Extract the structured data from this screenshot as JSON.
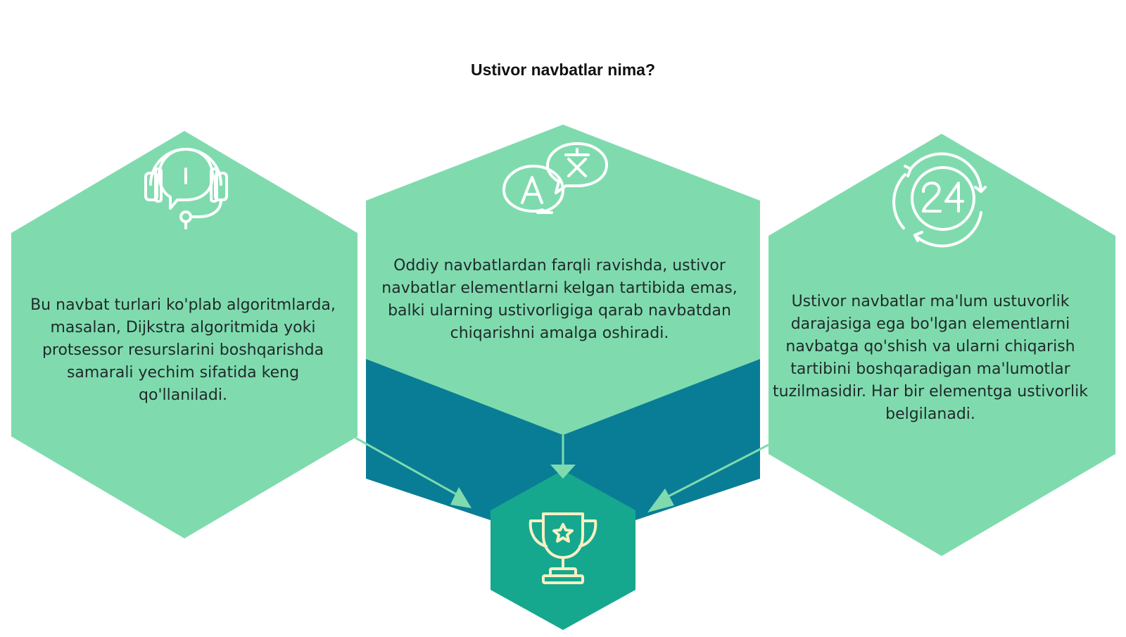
{
  "title": "Ustivor navbatlar nima?",
  "colors": {
    "hex_fill": "#7fdbae",
    "dark_teal": "#0a7d96",
    "bottom_hex": "#16a88e",
    "icon_stroke": "#ffffff",
    "trophy_stroke": "#f6f0c4",
    "arrow": "#7fdbae"
  },
  "hexagons": [
    {
      "id": "left",
      "icon": "headset-icon",
      "text": "Bu navbat turlari ko'plab algoritmlarda, masalan, Dijkstra algoritmida yoki protsessor resurslarini boshqarishda samarali yechim sifatida keng qo'llaniladi."
    },
    {
      "id": "center",
      "icon": "translate-icon",
      "text": "Oddiy navbatlardan farqli ravishda, ustivor navbatlar elementlarni kelgan tartibida emas, balki ularning ustivorligiga qarab navbatdan chiqarishni amalga oshiradi."
    },
    {
      "id": "right",
      "icon": "clock-24-icon",
      "text": "Ustivor navbatlar ma'lum ustuvorlik darajasiga ega bo'lgan elementlarni navbatga qo'shish va ularni chiqarish tartibini boshqaradigan ma'lumotlar tuzilmasidir. Har bir elementga ustivorlik belgilanadi."
    }
  ],
  "result_icon": "trophy-icon"
}
